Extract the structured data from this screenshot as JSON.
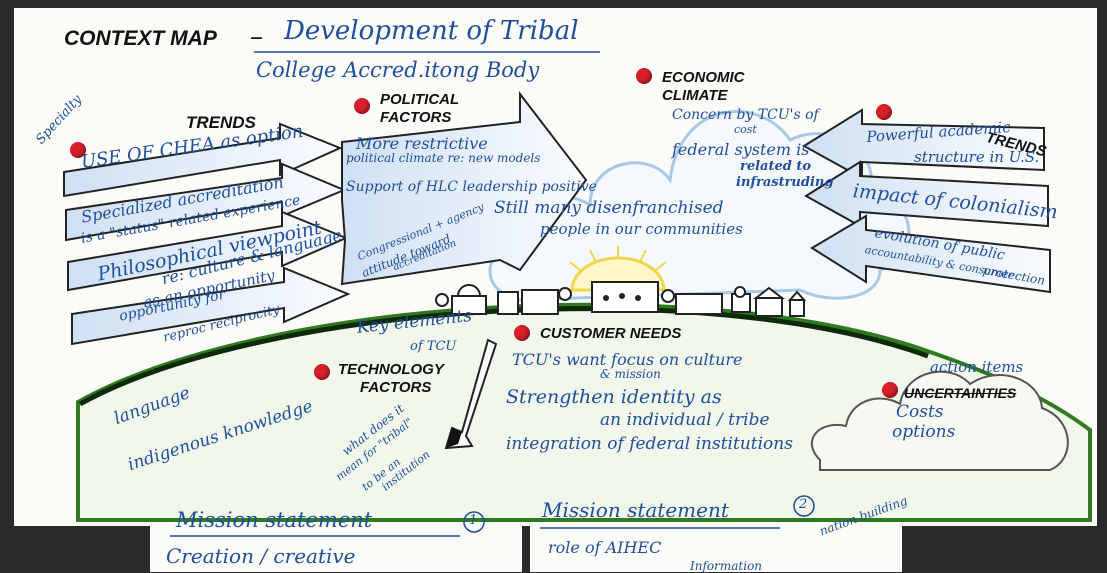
{
  "title": {
    "prefix": "CONTEXT MAP",
    "dash": "–",
    "line1": "Development of Tribal",
    "line2": "College Accred.itong Body"
  },
  "trends_left": {
    "label": "TRENDS",
    "note": "Specialty",
    "items": [
      "USE OF CHEA as option",
      "Specialized accreditation",
      "is a \"status\" related experience",
      "Philosophical viewpoint",
      "re: culture & language",
      "as an opportunity",
      "opportunity for",
      "reproc  reciprocity"
    ]
  },
  "political": {
    "label_line1": "POLITICAL",
    "label_line2": "FACTORS",
    "items": [
      "More restrictive",
      "political climate re: new models",
      "Support of HLC leadership positive",
      "Congressional + agency",
      "attitude toward",
      "accreditation",
      "Still many disenfranchised",
      "people in our communities"
    ]
  },
  "economic": {
    "label_line1": "ECONOMIC",
    "label_line2": "CLIMATE",
    "items": [
      "Concern by TCU's of",
      "cost",
      "federal system is",
      "related to",
      "infrastruding"
    ]
  },
  "trends_right": {
    "label": "TRENDS",
    "items": [
      "Powerful academic",
      "structure in U.S.",
      "impact of colonialism",
      "evolution of public",
      "accountability & consumer",
      "protection"
    ]
  },
  "technology": {
    "label_line1": "TECHNOLOGY",
    "label_line2": "FACTORS",
    "items": [
      "Key elements",
      "of TCU",
      "language",
      "indigenous knowledge",
      "what does it",
      "mean for \"tribal\"",
      "to be an",
      "institution"
    ]
  },
  "customer": {
    "label": "CUSTOMER NEEDS",
    "items": [
      "TCU's want focus on culture",
      "& mission",
      "Strengthen identity as",
      "an individual / tribe",
      "integration of federal institutions"
    ]
  },
  "uncertainties": {
    "label": "UNCERTAINTIES",
    "items": [
      "action items",
      "Costs",
      "options"
    ]
  },
  "footer": {
    "left_title": "Mission statement",
    "left_num": "1",
    "left_sub": "Creation / creative",
    "right_title": "Mission statement",
    "right_num": "2",
    "right_sub": "role of AIHEC",
    "right_note": "nation building",
    "right_cut": "Information"
  },
  "colors": {
    "ink_blue": "#1f4e9a",
    "label_black": "#111111",
    "dot_red": "#d8202a",
    "earth_green": "#2f7a1f",
    "cloud_blue": "#a9c8e8",
    "sun_yellow": "#f2d64a"
  }
}
